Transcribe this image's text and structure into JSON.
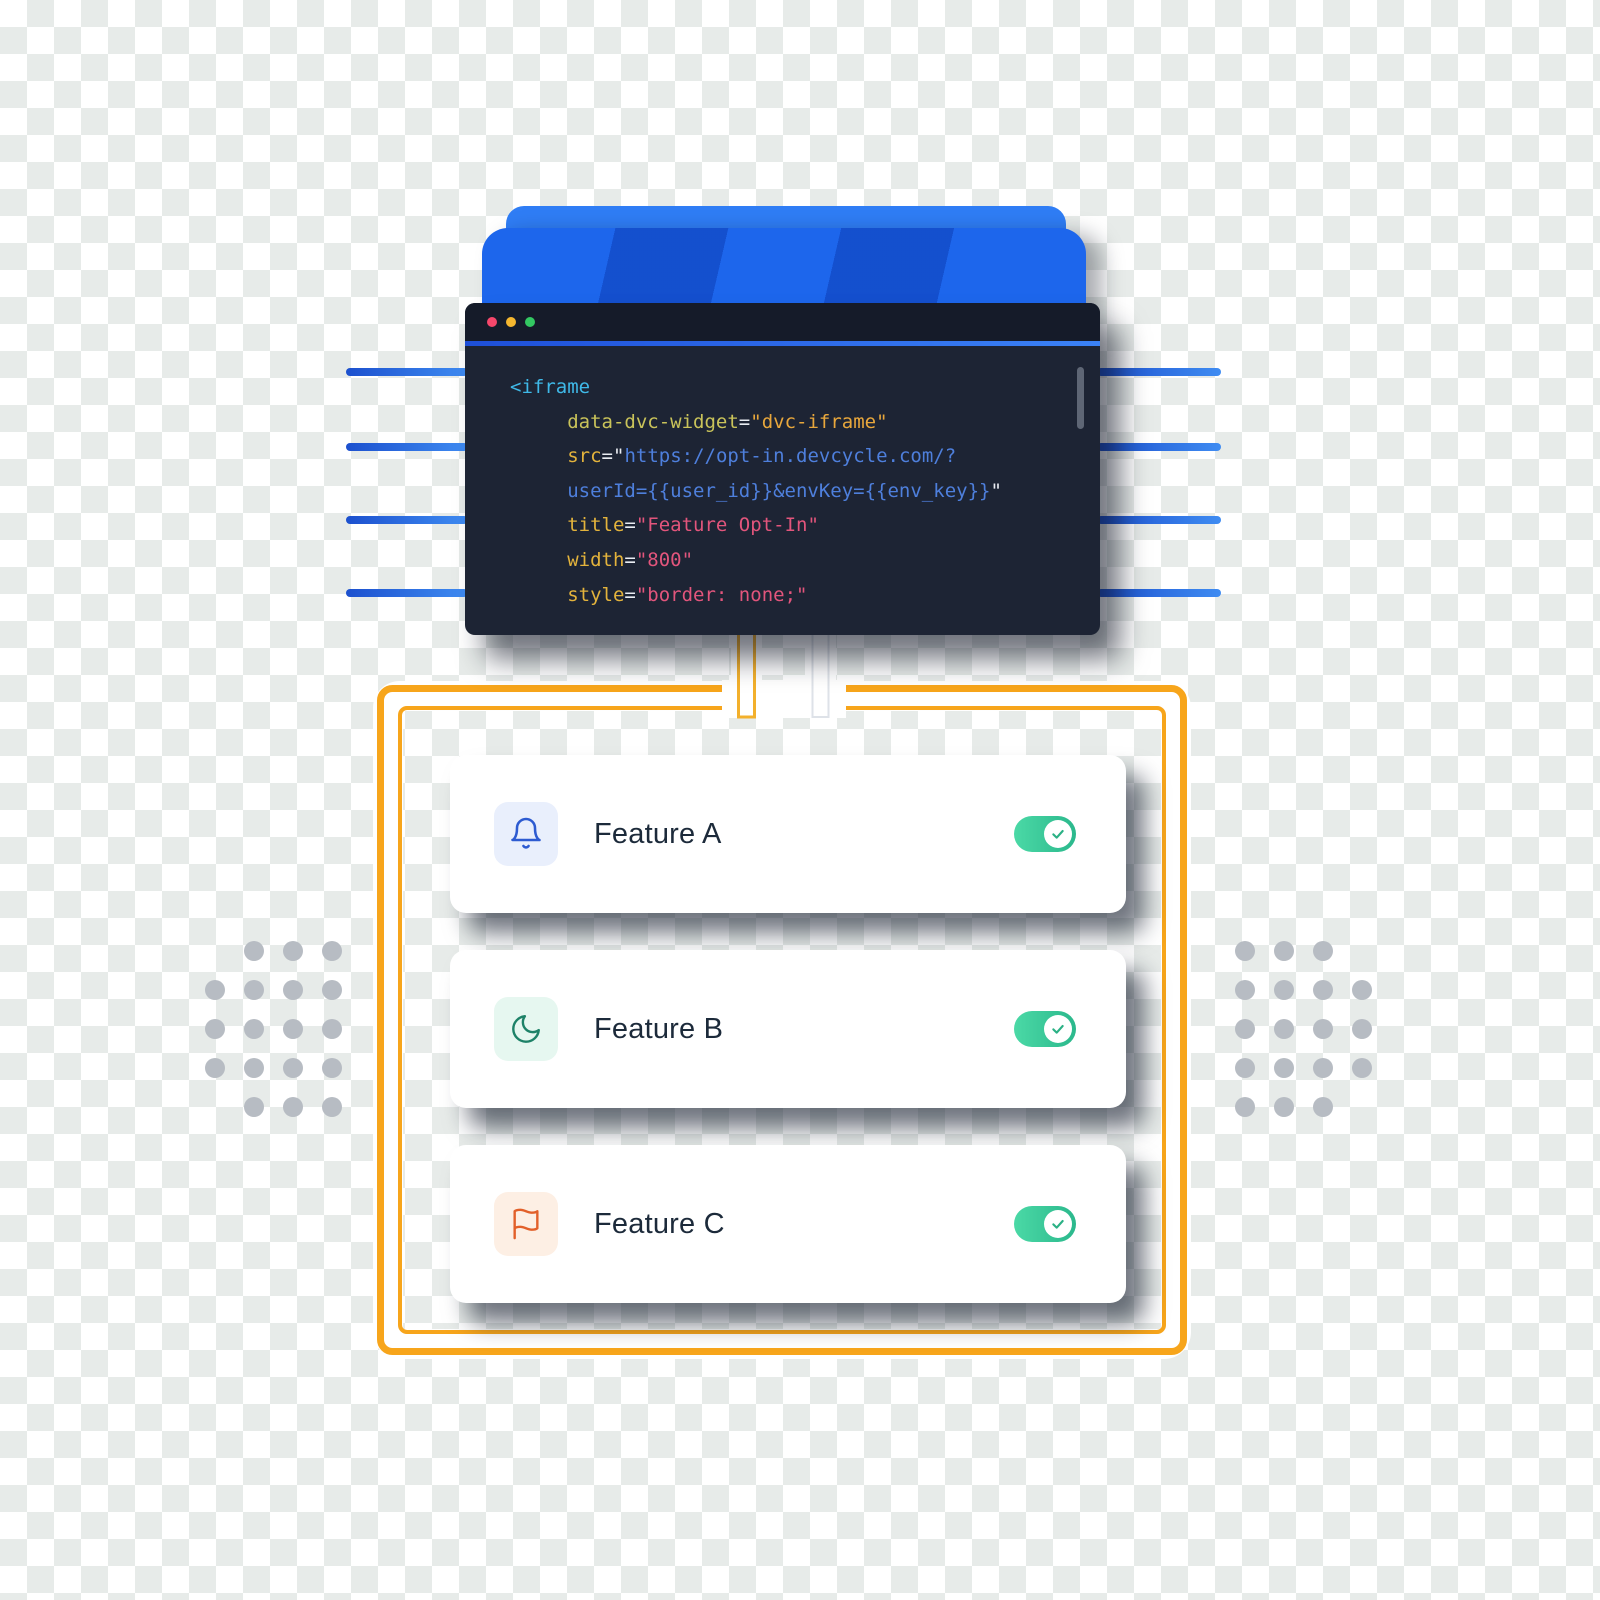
{
  "background": {
    "checker_light": "#FFFFFF",
    "checker_dark": "#E7EBE9"
  },
  "decor": {
    "dot_color": "#B7BCC3",
    "left_dot_pattern": [
      "0111",
      "1111",
      "1111",
      "1111",
      "0111"
    ],
    "right_dot_pattern": [
      "1110",
      "1111",
      "1111",
      "1111",
      "1110"
    ]
  },
  "stack_colors": {
    "front": "#1D66EC",
    "back": "#2F7DF5"
  },
  "window": {
    "bg": "#1D2434",
    "titlebar_bg": "#151B29",
    "traffic_lights": [
      "#F6476B",
      "#F5B72F",
      "#33C862"
    ],
    "accent_gradient": [
      "#1E4FD8",
      "#3B82F6"
    ],
    "scrollbar_color": "#5E6675"
  },
  "connector_lines": {
    "gradient": [
      "#1C50CE",
      "#3F8CF2"
    ]
  },
  "code": {
    "palette": {
      "tag": "#3FB9E8",
      "attr": "#E3B33C",
      "attr_alt": "#C9C35A",
      "plain": "#E9ECF2",
      "url": "#4E7FDC",
      "string": "#E2557C",
      "gold": "#E8A73C"
    },
    "lines": [
      [
        [
          "<iframe",
          "tag"
        ]
      ],
      [
        [
          "     ",
          "plain"
        ],
        [
          "data-dvc-widget",
          "attr_alt"
        ],
        [
          "=",
          "plain"
        ],
        [
          "\"dvc-iframe\"",
          "gold"
        ]
      ],
      [
        [
          "     ",
          "plain"
        ],
        [
          "src",
          "attr"
        ],
        [
          "=",
          "plain"
        ],
        [
          "\"",
          "plain"
        ],
        [
          "https://opt-in.devcycle.com/?",
          "url"
        ]
      ],
      [
        [
          "     ",
          "plain"
        ],
        [
          "userId={{user_id}}&envKey={{env_key}}",
          "url"
        ],
        [
          "\"",
          "plain"
        ]
      ],
      [
        [
          "     ",
          "plain"
        ],
        [
          "title",
          "attr"
        ],
        [
          "=",
          "plain"
        ],
        [
          "\"Feature Opt-In\"",
          "string"
        ]
      ],
      [
        [
          "     ",
          "plain"
        ],
        [
          "width",
          "attr"
        ],
        [
          "=",
          "plain"
        ],
        [
          "\"800\"",
          "string"
        ]
      ],
      [
        [
          "     ",
          "plain"
        ],
        [
          "style",
          "attr"
        ],
        [
          "=",
          "plain"
        ],
        [
          "\"border: none;\"",
          "string"
        ]
      ]
    ]
  },
  "frame": {
    "color": "#F7A51B",
    "left_pipe_stroke": "#F3B02C",
    "right_pipe_stroke": "#DEE2E8"
  },
  "features": [
    {
      "label": "Feature A",
      "icon": "bell-icon",
      "tile_bg": "#E9EFFC",
      "icon_color": "#2D5BD1",
      "enabled": true
    },
    {
      "label": "Feature B",
      "icon": "moon-icon",
      "tile_bg": "#E6F7F0",
      "icon_color": "#1E8268",
      "enabled": true
    },
    {
      "label": "Feature C",
      "icon": "flag-icon",
      "tile_bg": "#FDEFE4",
      "icon_color": "#E2602A",
      "enabled": true
    }
  ],
  "toggle": {
    "gradient": [
      "#4BD9A6",
      "#2BB88C"
    ],
    "check_color": "#2BB185"
  }
}
